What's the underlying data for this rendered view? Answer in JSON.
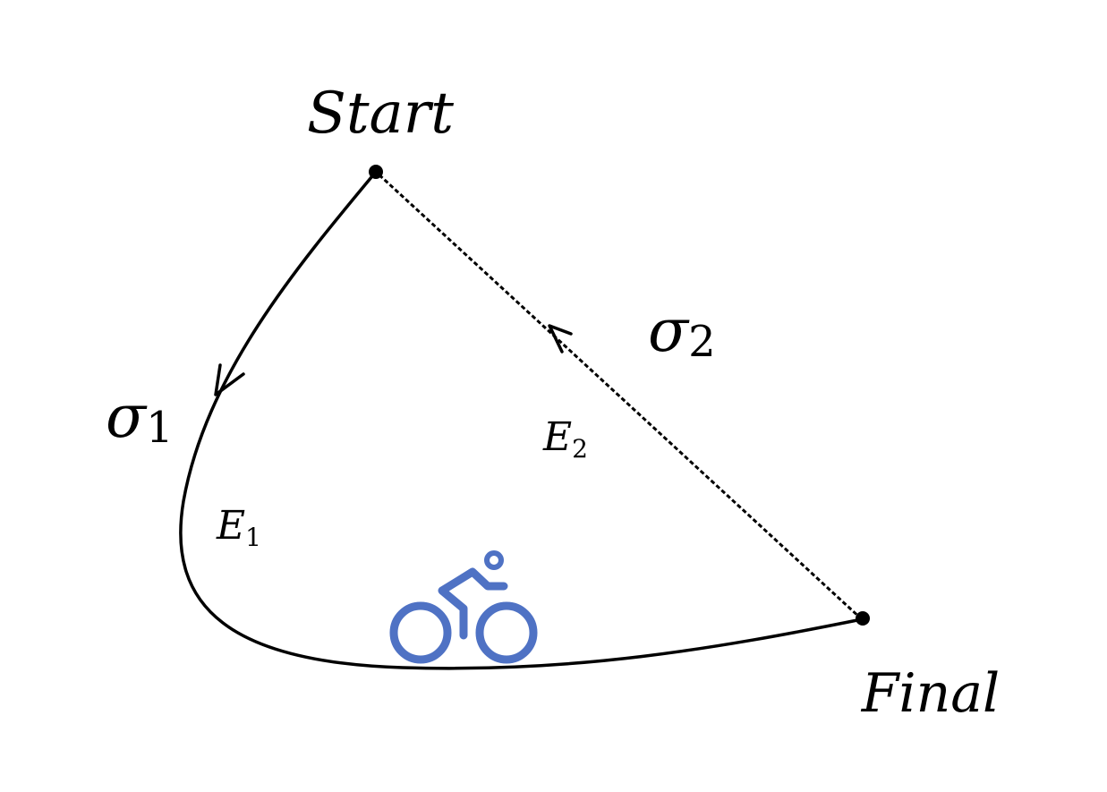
{
  "labels": {
    "start": "Start",
    "final": "Final",
    "sigma1": {
      "symbol": "σ",
      "subscript": "1"
    },
    "sigma2": {
      "symbol": "σ",
      "subscript": "2"
    },
    "e1": {
      "symbol": "E",
      "subscript": "1"
    },
    "e2": {
      "symbol": "E",
      "subscript": "2"
    }
  },
  "colors": {
    "path": "#000000",
    "cyclist_icon": "#4f72c4"
  },
  "icons": {
    "cyclist": "bicycle-rider-icon"
  },
  "paths": {
    "sigma1": {
      "style": "solid"
    },
    "sigma2": {
      "style": "dashed"
    }
  }
}
